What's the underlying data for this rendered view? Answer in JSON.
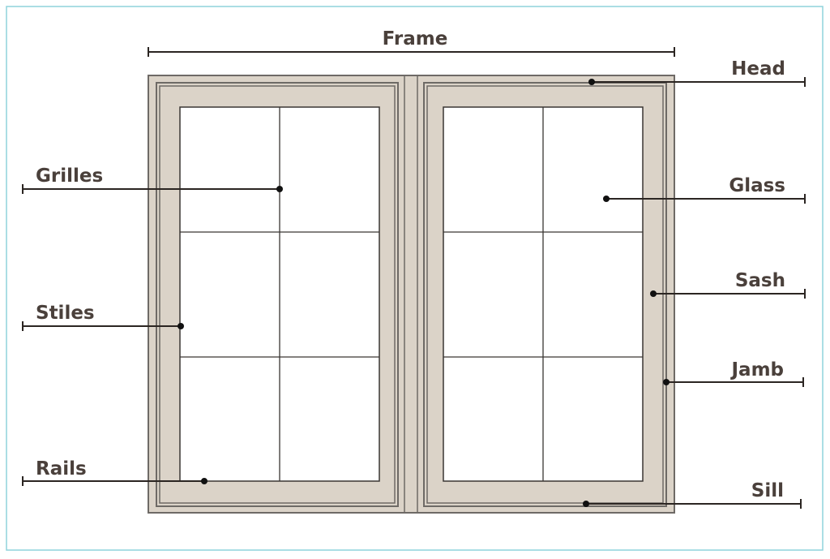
{
  "diagram": {
    "frame_label": "Frame",
    "labels_left": [
      "Grilles",
      "Stiles",
      "Rails"
    ],
    "labels_right": [
      "Head",
      "Glass",
      "Sash",
      "Jamb",
      "Sill"
    ],
    "colors": {
      "wood": "#dbd3c8",
      "text": "#4a403b",
      "border": "#8fd3dc"
    }
  }
}
